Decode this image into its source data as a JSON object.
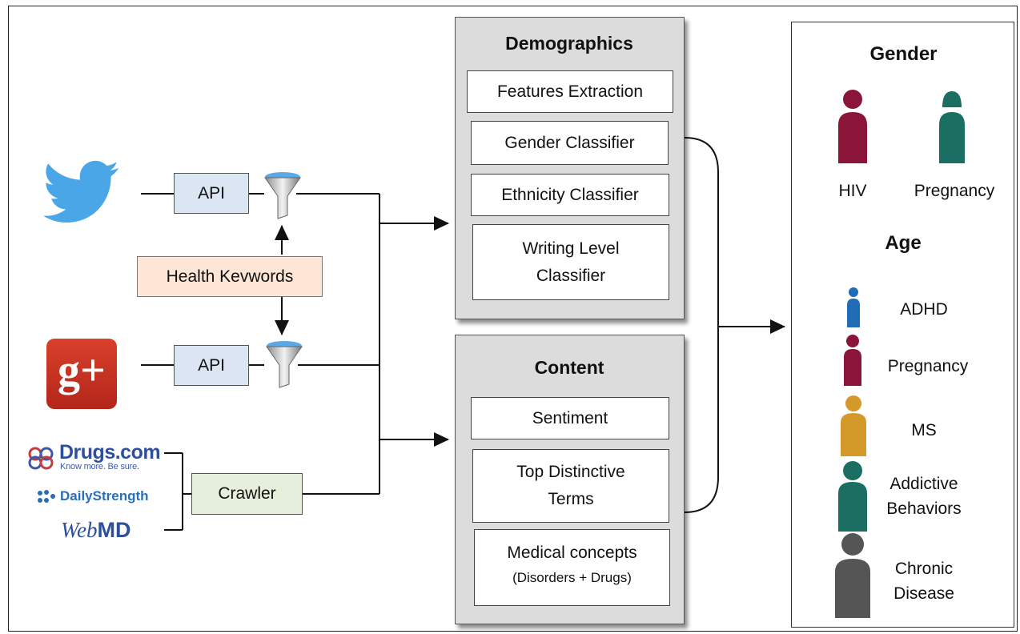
{
  "sources": {
    "twitter": {
      "icon": "twitter-bird-icon",
      "color": "#4ba6e8"
    },
    "google_plus": {
      "icon": "google-plus-icon",
      "color": "#c9311f",
      "text": "g+"
    },
    "forums": {
      "drugs_com": {
        "name": "Drugs.com",
        "tagline": "Know more. Be sure."
      },
      "daily_strength": {
        "name": "DailyStrength"
      },
      "webmd": {
        "name_italic": "Web",
        "name_bold": "MD"
      }
    }
  },
  "pipeline": {
    "api_label": "API",
    "health_keywords": "Health Kevwords",
    "crawler": "Crawler"
  },
  "demographics": {
    "title": "Demographics",
    "items": [
      "Features Extraction",
      "Gender Classifier",
      "Ethnicity Classifier",
      "Writing Level\nClassifier"
    ]
  },
  "content": {
    "title": "Content",
    "items": [
      "Sentiment",
      "Top Distinctive\nTerms",
      "Medical concepts",
      "(Disorders + Drugs)"
    ]
  },
  "results": {
    "gender_title": "Gender",
    "gender": [
      {
        "label": "HIV",
        "color": "#8a1538"
      },
      {
        "label": "Pregnancy",
        "color": "#1b6e62"
      }
    ],
    "age_title": "Age",
    "age": [
      {
        "label": "ADHD",
        "color": "#1f6db5"
      },
      {
        "label": "Pregnancy",
        "color": "#8a1538"
      },
      {
        "label": "MS",
        "color": "#d39a2a"
      },
      {
        "label": "Addictive\nBehaviors",
        "color": "#1b6e62"
      },
      {
        "label": "Chronic\nDisease",
        "color": "#555555"
      }
    ]
  }
}
